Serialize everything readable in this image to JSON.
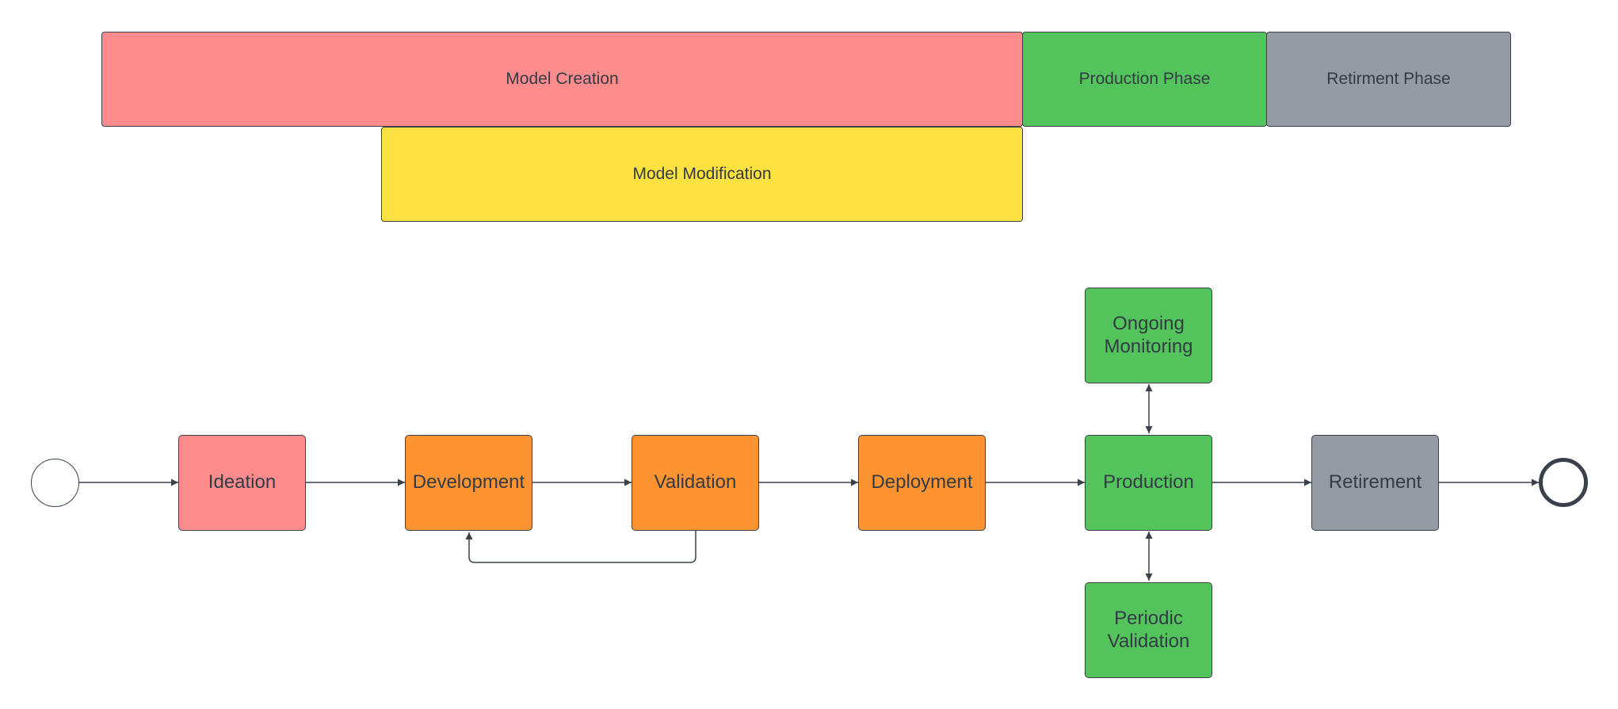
{
  "colors": {
    "model_creation": "#ff8c8c",
    "model_modification": "#ffe142",
    "production": "#53c45c",
    "retirement": "#959ba4",
    "orange": "#fd9331",
    "ideation": "#ff8c8c",
    "stroke": "#3a414a",
    "text": "#333b45"
  },
  "phases": {
    "model_creation": "Model Creation",
    "production_phase": "Production Phase",
    "retirement_phase": "Retirment Phase",
    "model_modification": "Model Modification"
  },
  "nodes": {
    "ideation": "Ideation",
    "development": "Development",
    "validation": "Validation",
    "deployment": "Deployment",
    "production": "Production",
    "retirement": "Retirement",
    "ongoing_monitoring": "Ongoing\nMonitoring",
    "periodic_validation": "Periodic\nValidation"
  }
}
